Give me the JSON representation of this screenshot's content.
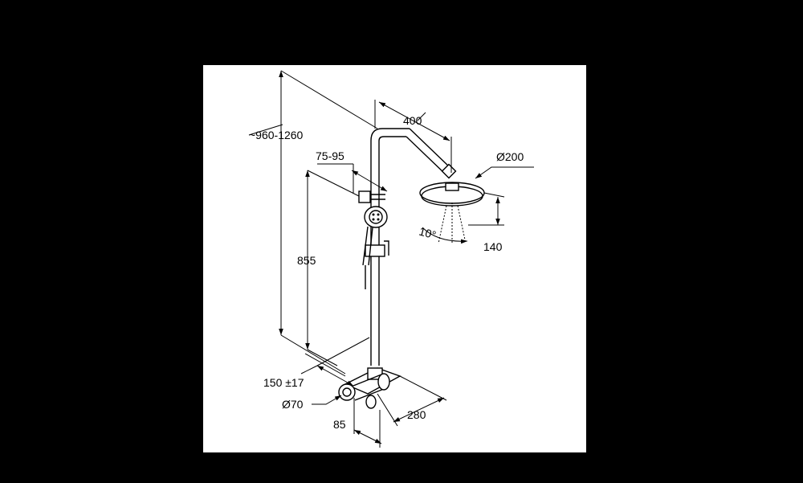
{
  "drawing": {
    "dimensions": {
      "total_height": "~960-1260",
      "arm_length": "400",
      "overhead_diameter": "Ø200",
      "holder_offset": "75-95",
      "holder_height": "855",
      "overhead_drop": "140",
      "tilt_angle": "10°",
      "connection_spacing": "150 ±17",
      "thermostat_diameter": "Ø70",
      "wall_projection": "85",
      "thermostat_width": "280"
    }
  }
}
